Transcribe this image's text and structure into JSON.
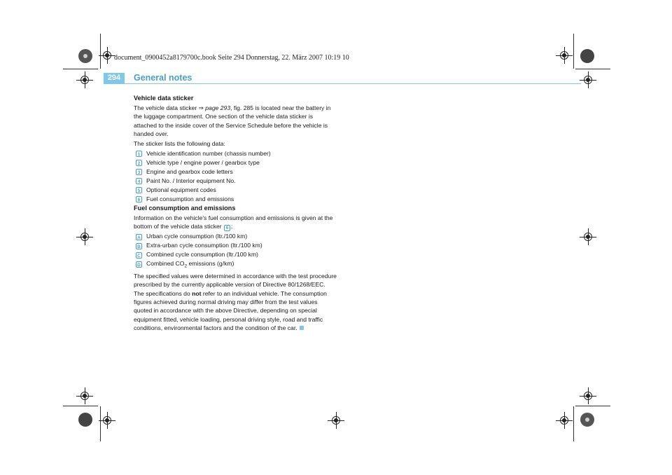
{
  "header": {
    "file_info": "document_0900452a8179700c.book  Seite 294  Donnerstag, 22. März 2007  10:19 10",
    "page_number": "294",
    "section_title": "General notes"
  },
  "sticker": {
    "heading": "Vehicle data sticker",
    "intro_prefix": "The vehicle data sticker ",
    "arrow": "⇒",
    "link_text": "page 293",
    "intro_suffix": ", fig. 285 is located near the battery in the luggage compartment. One section of the vehicle data sticker is attached to the inside cover of the Service Schedule before the vehicle is handed over.",
    "list_intro": "The sticker lists the following data:",
    "items": [
      {
        "marker": "1",
        "text": "Vehicle identification number (chassis number)"
      },
      {
        "marker": "2",
        "text": "Vehicle type / engine power / gearbox type"
      },
      {
        "marker": "3",
        "text": "Engine and gearbox code letters"
      },
      {
        "marker": "4",
        "text": "Paint No. / Interior equipment No."
      },
      {
        "marker": "5",
        "text": "Optional equipment codes"
      },
      {
        "marker": "6",
        "text": "Fuel consumption and emissions"
      }
    ]
  },
  "fuel": {
    "heading": "Fuel consumption and emissions",
    "intro": "Information on the vehicle's fuel consumption and emissions is given at the bottom of the vehicle data sticker ",
    "intro_marker": "6",
    "intro_end": ":",
    "items": [
      {
        "marker": "A",
        "text": "Urban cycle consumption (ltr./100 km)"
      },
      {
        "marker": "B",
        "text": "Extra-urban cycle consumption (ltr./100 km)"
      },
      {
        "marker": "C",
        "text": "Combined cycle consumption (ltr./100 km)"
      }
    ],
    "co2_item": {
      "marker": "D",
      "prefix": "Combined CO",
      "subscript": "2",
      "suffix": " emissions (g/km)"
    },
    "body_part1": "The specified values were determined in accordance with the test procedure prescribed by the currently applicable version of Directive 80/1268/EEC. The specifications do ",
    "body_bold": "not",
    "body_part2": " refer to an individual vehicle. The consumption figures achieved during normal driving may differ from the test values quoted in accordance with the above Directive, depending on special equipment fitted, vehicle loading, personal driving style, road and traffic conditions, environmental factors and the condition of the car."
  },
  "colors": {
    "accent": "#4a9fd0",
    "accent_light": "#7fc8e8",
    "text": "#1a1a1a"
  }
}
